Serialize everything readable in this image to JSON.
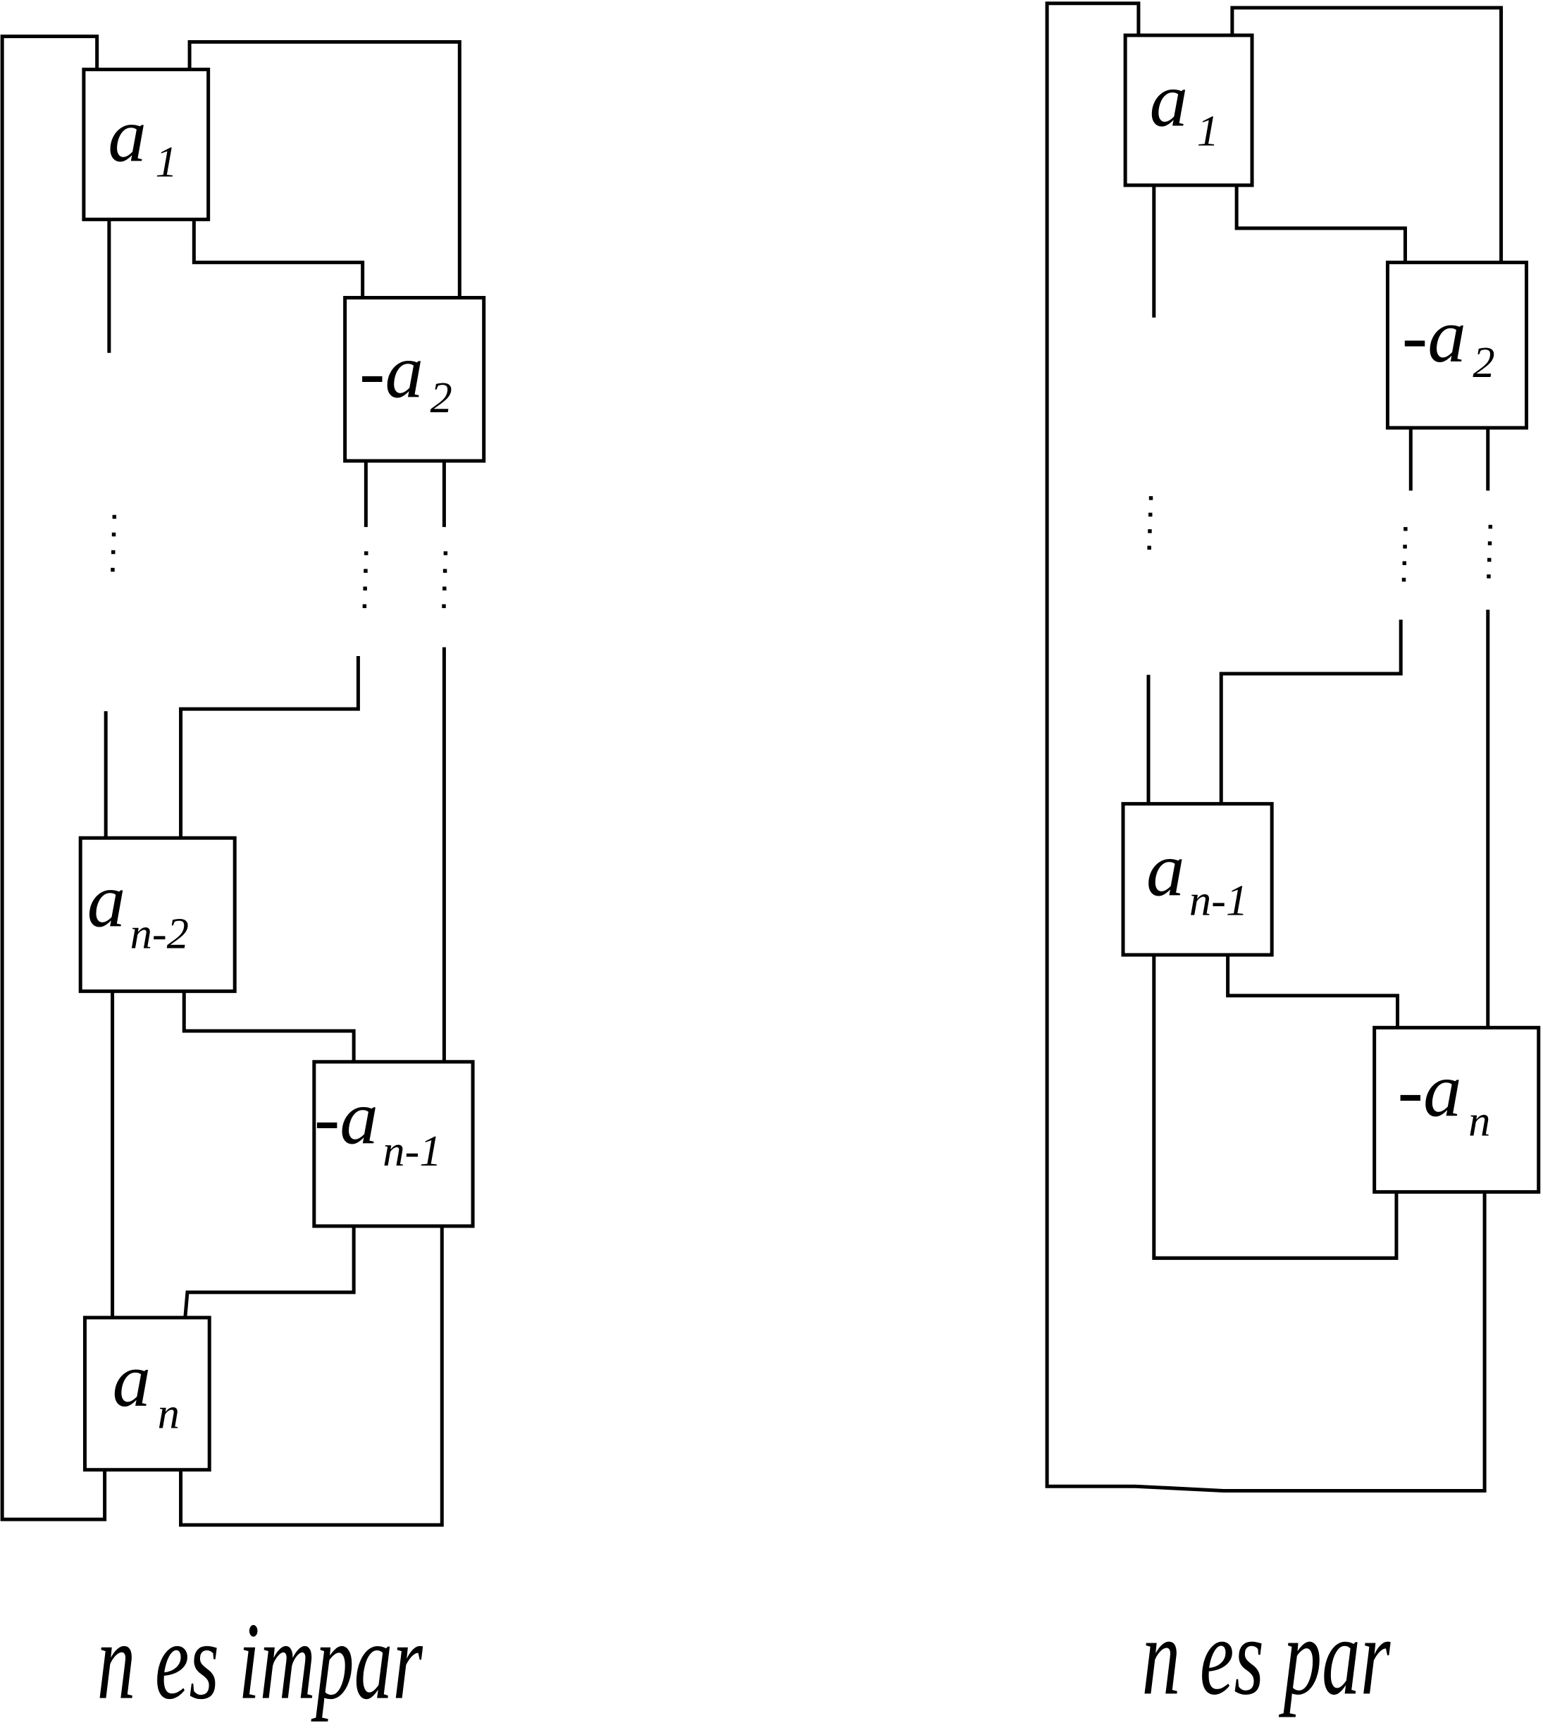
{
  "diagrams": {
    "odd": {
      "caption": "n es impar",
      "boxes": [
        {
          "id": "a1",
          "sign": "",
          "base": "a",
          "subscript": "1"
        },
        {
          "id": "neg-a2",
          "sign": "-",
          "base": "a",
          "subscript": "2"
        },
        {
          "id": "a-n-2",
          "sign": "",
          "base": "a",
          "subscript": "n-2"
        },
        {
          "id": "neg-a-n-1",
          "sign": "-",
          "base": "a",
          "subscript": "n-1"
        },
        {
          "id": "a-n",
          "sign": "",
          "base": "a",
          "subscript": "n"
        }
      ],
      "ellipsis": "⋮"
    },
    "even": {
      "caption": "n es par",
      "boxes": [
        {
          "id": "a1",
          "sign": "",
          "base": "a",
          "subscript": "1"
        },
        {
          "id": "neg-a2",
          "sign": "-",
          "base": "a",
          "subscript": "2"
        },
        {
          "id": "a-n-1",
          "sign": "",
          "base": "a",
          "subscript": "n-1"
        },
        {
          "id": "neg-a-n",
          "sign": "-",
          "base": "a",
          "subscript": "n"
        }
      ],
      "ellipsis": "⋮"
    }
  },
  "colors": {
    "stroke": "#000000",
    "background": "#ffffff"
  }
}
